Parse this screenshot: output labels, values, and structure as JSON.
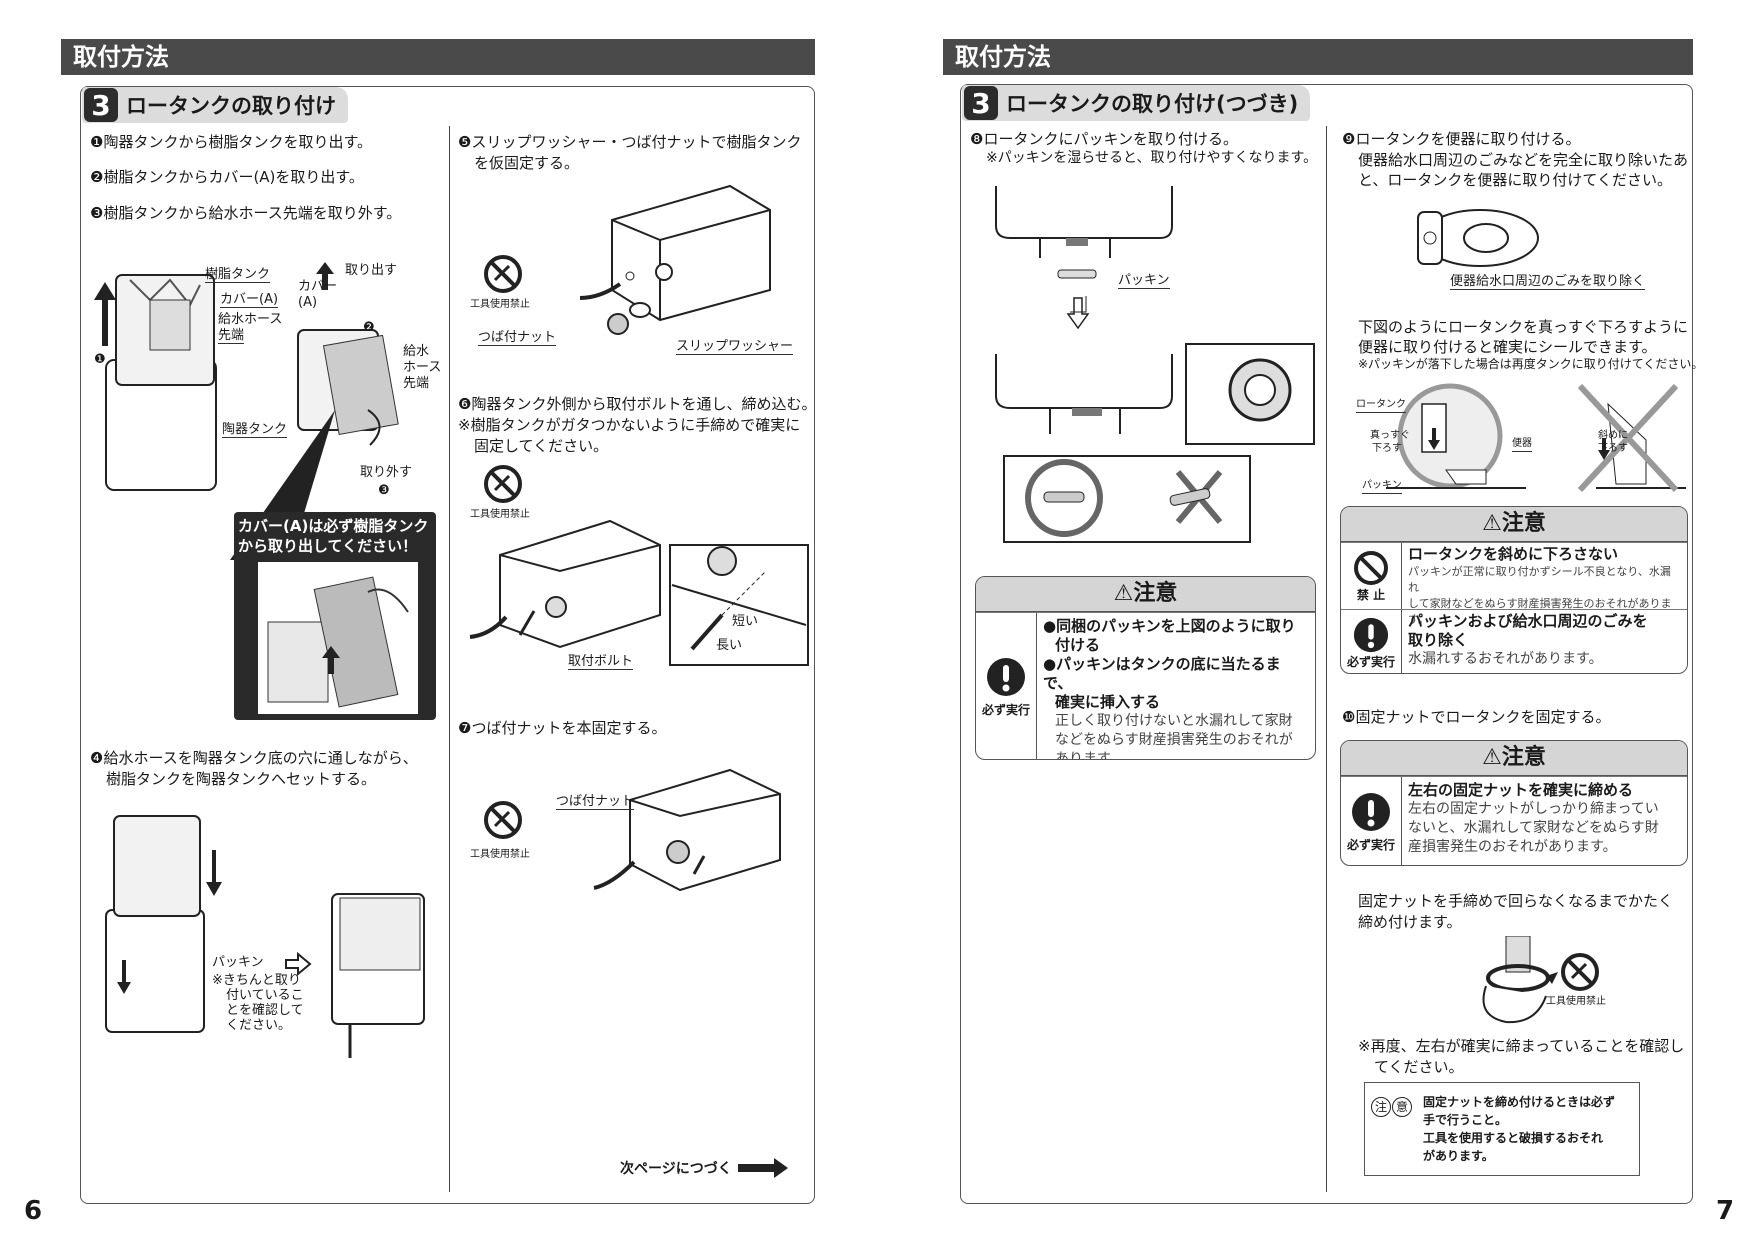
{
  "left": {
    "header": "取付方法",
    "section_num": "3",
    "section_title": "ロータンクの取り付け",
    "steps": {
      "s1": "❶陶器タンクから樹脂タンクを取り出す。",
      "s2": "❷樹脂タンクからカバー(A)を取り出す。",
      "s3": "❸樹脂タンクから給水ホース先端を取り外す。",
      "s4a": "❹給水ホースを陶器タンク底の穴に通しながら、",
      "s4b": "樹脂タンクを陶器タンクへセットする。",
      "s5a": "❺スリップワッシャー・つば付ナットで樹脂タンク",
      "s5b": "を仮固定する。",
      "s6a": "❻陶器タンク外側から取付ボルトを通し、締め込む。",
      "s6b": "※樹脂タンクがガタつかないように手締めで確実に",
      "s6c": "固定してください。",
      "s7": "❼つば付ナットを本固定する。"
    },
    "labels": {
      "jushi_tank": "樹脂タンク",
      "cover_a": "カバー(A)",
      "kyusui_hose": "給水ホース",
      "sentan": "先端",
      "toki_tank": "陶器タンク",
      "torihidasu": "取り出す",
      "cover": "カバー",
      "a_paren": "(A)",
      "kyusui": "給水",
      "hose": "ホース",
      "sentan2": "先端",
      "torihazusu": "取り外す",
      "n1": "❶",
      "n2": "❷",
      "n3": "❸",
      "callout1": "カバー(A)は必ず樹脂タンク",
      "callout2": "から取り出してください！",
      "packing": "パッキン",
      "kakunin1": "※きちんと取り",
      "kakunin2": "付いているこ",
      "kakunin3": "とを確認して",
      "kakunin4": "ください。",
      "tool_ban": "工具使用禁止",
      "tsubatsuki_nut": "つば付ナット",
      "slip_washer": "スリップワッシャー",
      "toritsuke_bolt": "取付ボルト",
      "mijikai": "短い",
      "nagai": "長い",
      "tsubatsuki_nut2": "つば付ナット"
    },
    "next_page": "次ページにつづく",
    "page_number": "6"
  },
  "right": {
    "header": "取付方法",
    "section_num": "3",
    "section_title": "ロータンクの取り付け(つづき)",
    "steps": {
      "s8a": "❽ロータンクにパッキンを取り付ける。",
      "s8b": "※パッキンを湿らせると、取り付けやすくなります。",
      "s9a": "❾ロータンクを便器に取り付ける。",
      "s9b": "便器給水口周辺のごみなどを完全に取り除いたあ",
      "s9c": "と、ロータンクを便器に取り付けてください。",
      "s9d": "下図のようにロータンクを真っすぐ下ろすように",
      "s9e": "便器に取り付けると確実にシールできます。",
      "s9f": "※パッキンが落下した場合は再度タンクに取り付けてください。",
      "s10": "❿固定ナットでロータンクを固定する。",
      "s10b": "固定ナットを手締めで回らなくなるまでかたく",
      "s10c": "締め付けます。",
      "s10d": "※再度、左右が確実に締まっていることを確認し",
      "s10e": "てください。"
    },
    "labels": {
      "packing": "パッキン",
      "gomi": "便器給水口周辺のごみを取り除く",
      "lowtank": "ロータンク",
      "massugu1": "真っすぐ",
      "massugu2": "下ろす",
      "benki": "便器",
      "packing2": "パッキン",
      "naname1": "斜めに",
      "naname2": "下ろす",
      "tool_ban": "工具使用禁止"
    },
    "caution1": {
      "title": "⚠注意",
      "icon_label": "必ず実行",
      "l1": "●同梱のパッキンを上図のように取り",
      "l2": "付ける",
      "l3": "●パッキンはタンクの底に当たるまで、",
      "l4": "確実に挿入する",
      "l5": "正しく取り付けないと水漏れして家財",
      "l6": "などをぬらす財産損害発生のおそれが",
      "l7": "あります。"
    },
    "caution2": {
      "title": "⚠注意",
      "r1_icon": "禁 止",
      "r1_b": "ロータンクを斜めに下ろさない",
      "r1_t1": "パッキンが正常に取り付かずシール不良となり、水漏れ",
      "r1_t2": "して家財などをぬらす財産損害発生のおそれがあります。",
      "r2_icon": "必ず実行",
      "r2_b1": "パッキンおよび給水口周辺のごみを",
      "r2_b2": "取り除く",
      "r2_t": "水漏れするおそれがあります。"
    },
    "caution3": {
      "title": "⚠注意",
      "icon_label": "必ず実行",
      "b": "左右の固定ナットを確実に締める",
      "t1": "左右の固定ナットがしっかり締まってい",
      "t2": "ないと、水漏れして家財などをぬらす財",
      "t3": "産損害発生のおそれがあります。"
    },
    "notebox": {
      "badge1": "注",
      "badge2": "意",
      "l1": "固定ナットを締め付けるときは必ず",
      "l2": "手で行うこと。",
      "l3": "工具を使用すると破損するおそれ",
      "l4": "があります。"
    },
    "page_number": "7"
  }
}
